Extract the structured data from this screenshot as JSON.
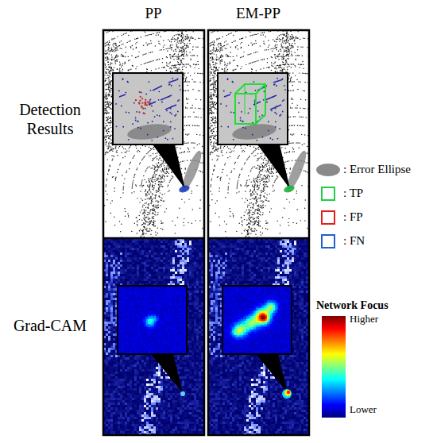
{
  "diagram": {
    "labels": [
      "PP",
      "EM-PP",
      "Detection Results",
      "Grad-CAM",
      "Network Focus",
      "Higher",
      "Lower"
    ],
    "legend": [
      {
        "text": ": Error Ellipse"
      },
      {
        "text": ": TP"
      },
      {
        "text": ": FP"
      },
      {
        "text": ": FN"
      }
    ]
  }
}
